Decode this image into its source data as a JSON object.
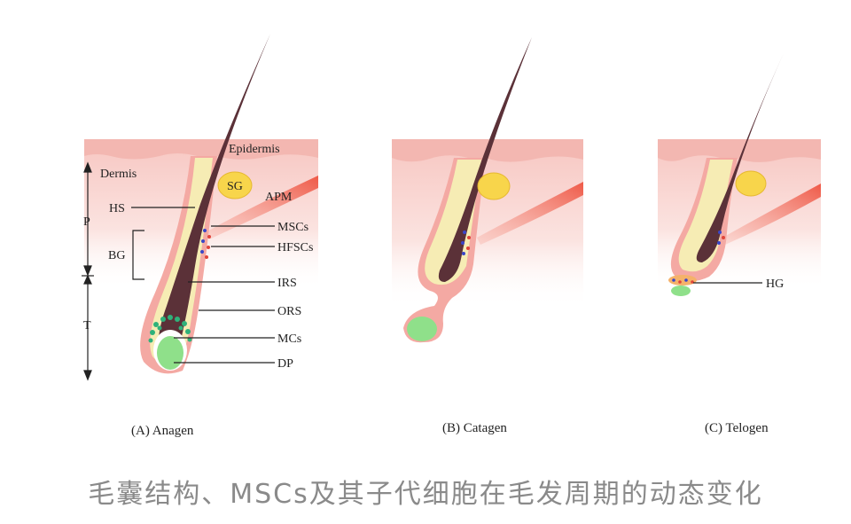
{
  "panels": [
    {
      "caption": "(A) Anagen",
      "labels": {
        "epidermis": "Epidermis",
        "dermis": "Dermis",
        "sg": "SG",
        "apm": "APM",
        "hs": "HS",
        "mscs": "MSCs",
        "hfscs": "HFSCs",
        "bg": "BG",
        "p": "P",
        "t": "T",
        "irs": "IRS",
        "ors": "ORS",
        "mcs": "MCs",
        "dp": "DP"
      }
    },
    {
      "caption": "(B) Catagen"
    },
    {
      "caption": "(C) Telogen",
      "labels": {
        "hg": "HG"
      }
    }
  ],
  "footer_caption": "毛囊结构、MSCs及其子代细胞在毛发周期的动态变化",
  "colors": {
    "skin": "#f9d3cf",
    "epidermis": "#f4b8b2",
    "hair": "#5b3138",
    "sheath": "#f6ecb4",
    "gland": "#f8d54b",
    "papilla": "#8fe08a",
    "muscle": "#f26f5e",
    "stem_blue": "#3a46c8",
    "stem_red": "#e0453a"
  }
}
